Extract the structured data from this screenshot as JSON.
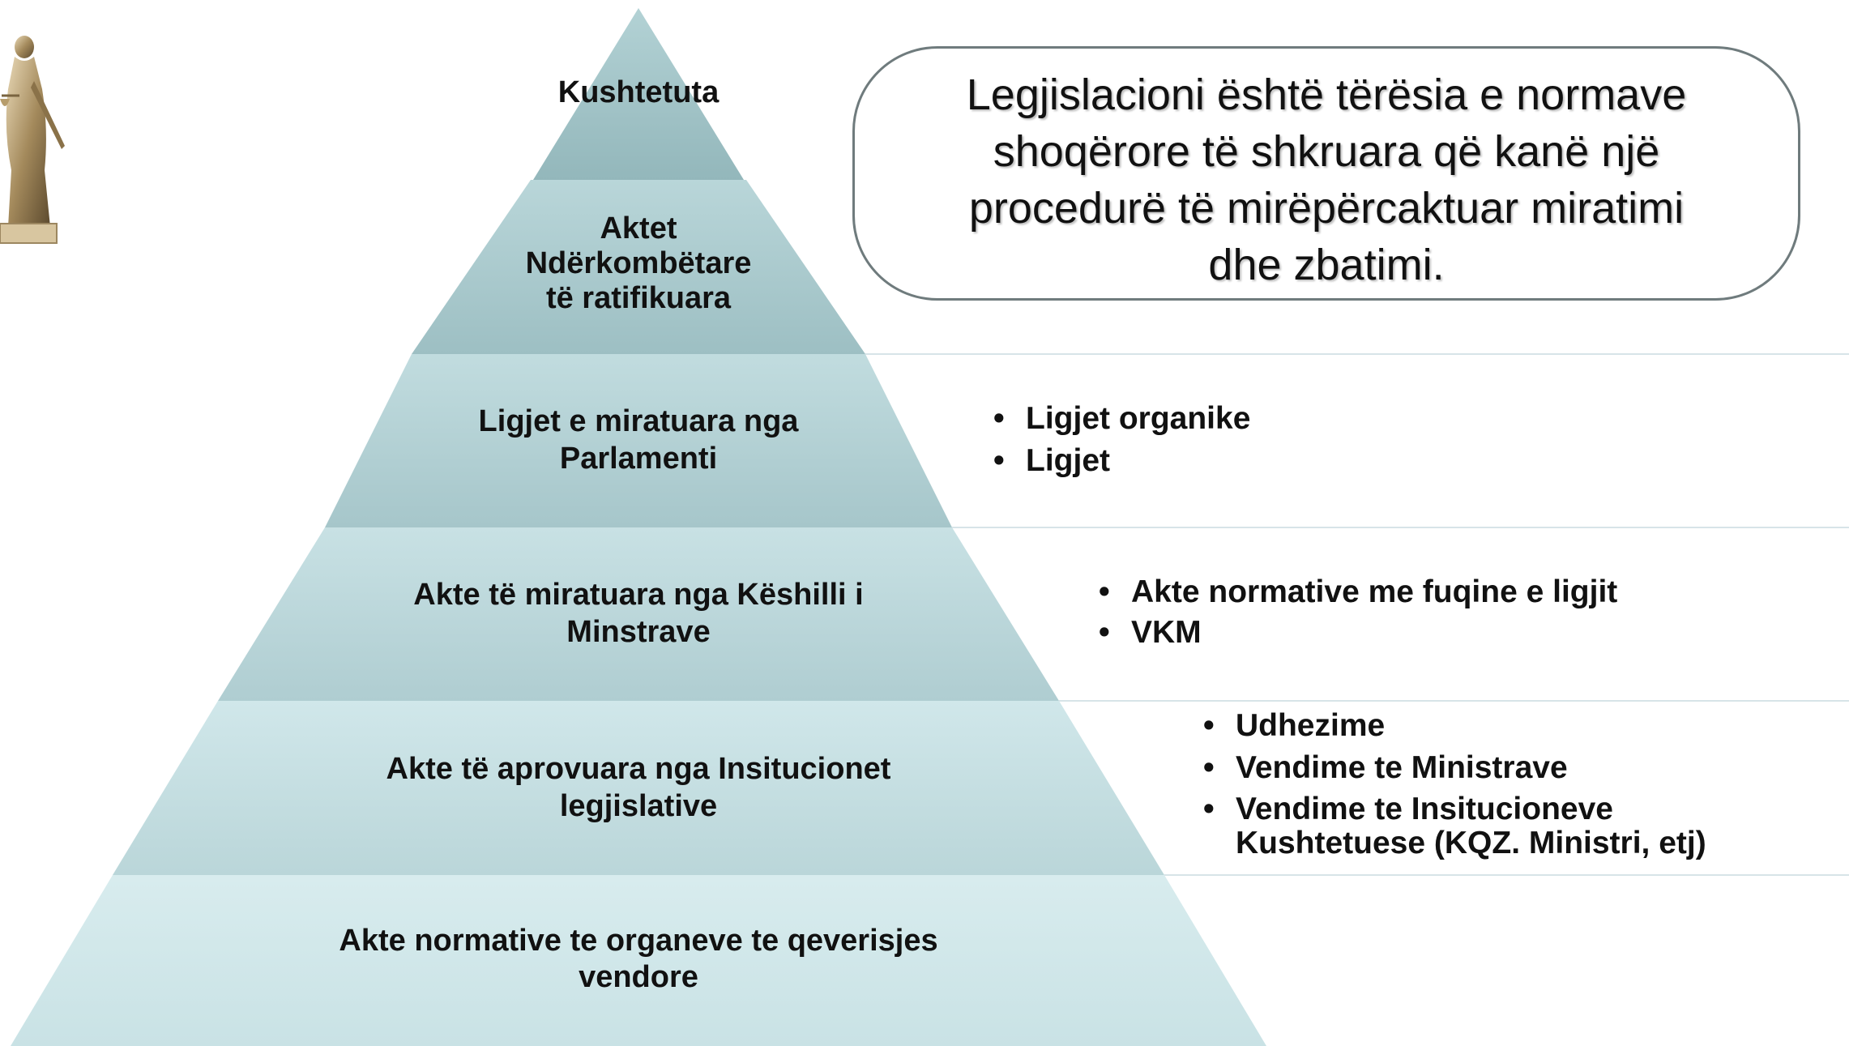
{
  "pyramid": {
    "levels": [
      {
        "lines": [
          "Kushtetuta"
        ]
      },
      {
        "lines": [
          "Aktet",
          "Ndërkombëtare",
          "të ratifikuara"
        ]
      },
      {
        "lines": [
          "Ligjet e miratuara nga",
          "Parlamenti"
        ]
      },
      {
        "lines": [
          "Akte të miratuara nga Këshilli i",
          "Minstrave"
        ]
      },
      {
        "lines": [
          "Akte të aprovuara nga Insitucionet",
          "legjislative"
        ]
      },
      {
        "lines": [
          "Akte normative te organeve te qeverisjes",
          "vendore"
        ]
      }
    ]
  },
  "definition": {
    "lines": [
      "Legjislacioni është tërësia e normave",
      "shoqërore të shkruara që kanë një",
      "procedurë të mirëpërcaktuar miratimi",
      "dhe zbatimi."
    ]
  },
  "bullets": {
    "parliament": [
      {
        "lines": [
          "Ligjet organike"
        ]
      },
      {
        "lines": [
          "Ligjet"
        ]
      }
    ],
    "council": [
      {
        "lines": [
          "Akte normative me fuqine e ligjit"
        ]
      },
      {
        "lines": [
          "VKM"
        ]
      }
    ],
    "institutions": [
      {
        "lines": [
          "Udhezime"
        ]
      },
      {
        "lines": [
          "Vendime te Ministrave"
        ]
      },
      {
        "lines": [
          "Vendime te Insitucioneve",
          "Kushtetuese (KQZ. Ministri, etj)"
        ]
      }
    ]
  },
  "colors": {
    "tier_top": "#9dbfc3",
    "tier_mid": "#b6d4d7",
    "tier_light": "#d4e8eb",
    "divider": "#d7e4e8",
    "callout_border": "#6f7b7d"
  },
  "icons": {
    "statue": "lady-justice-statue-icon"
  }
}
